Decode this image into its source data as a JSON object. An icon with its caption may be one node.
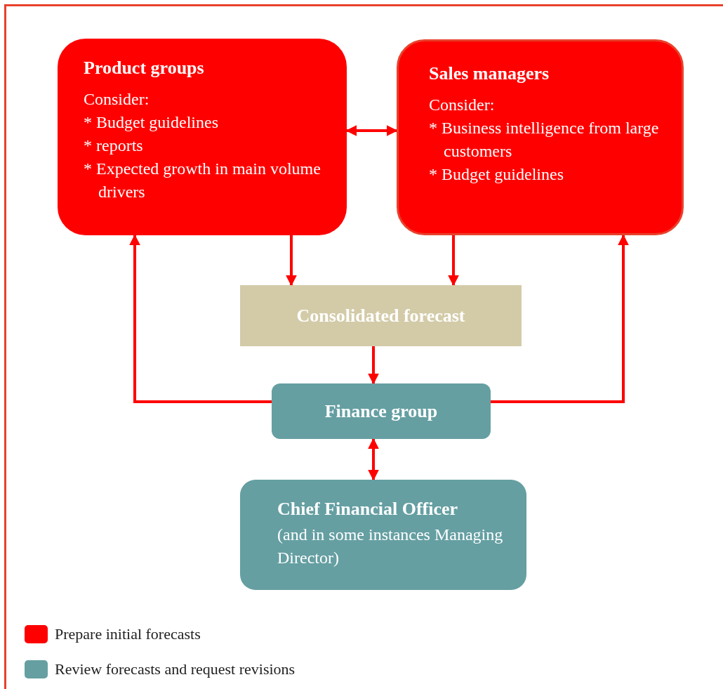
{
  "diagram": {
    "nodes": [
      {
        "text": [
          "Product groups",
          "Consider:",
          "* Budget guidelines",
          "* reports",
          "* Expected growth in main volume drivers"
        ]
      },
      {
        "text": [
          "Sales managers",
          "Consider:",
          "* Business intelligence from large customers",
          "* Budget guidelines"
        ]
      },
      {
        "text": [
          "Consolidated forecast"
        ]
      },
      {
        "text": [
          "Finance group"
        ]
      },
      {
        "text": [
          "Chief Financial Officer",
          "(and in some instances Managing Director)"
        ]
      }
    ],
    "edges": [
      {
        "from": 0,
        "to": 1,
        "arrow": "both"
      },
      {
        "from": 0,
        "to": 2,
        "arrow": "to"
      },
      {
        "from": 1,
        "to": 2,
        "arrow": "to"
      },
      {
        "from": 2,
        "to": 3,
        "arrow": "to"
      },
      {
        "from": 3,
        "to": 0,
        "arrow": "to"
      },
      {
        "from": 3,
        "to": 1,
        "arrow": "to"
      },
      {
        "from": 3,
        "to": 4,
        "arrow": "both"
      }
    ],
    "legend": [
      {
        "text": "Prepare initial forecasts",
        "color": "#ff0000"
      },
      {
        "text": "Review forecasts and request revisions",
        "color": "#659fa2"
      }
    ]
  }
}
